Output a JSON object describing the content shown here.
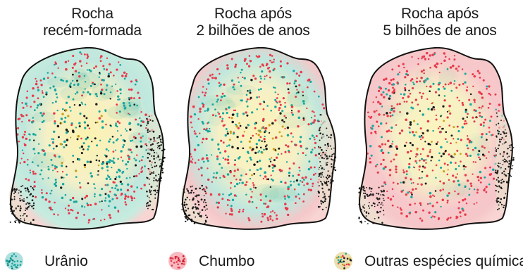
{
  "panels": [
    {
      "title_line1": "Rocha",
      "title_line2": "recém-formada"
    },
    {
      "title_line1": "Rocha após",
      "title_line2": "2 bilhões de anos"
    },
    {
      "title_line1": "Rocha após",
      "title_line2": "5 bilhões de anos"
    }
  ],
  "legend": [
    {
      "label": "Urânio",
      "color": "#19a7a0"
    },
    {
      "label": "Chumbo",
      "color": "#e8394a"
    },
    {
      "label": "Outras espécies químicas",
      "color": "#6b8c3a"
    }
  ],
  "colors": {
    "uranium": "#19a7a0",
    "lead": "#e8394a",
    "other": "#1c1c1c",
    "rock_core": "#fbf2b0",
    "outline": "#111111"
  }
}
